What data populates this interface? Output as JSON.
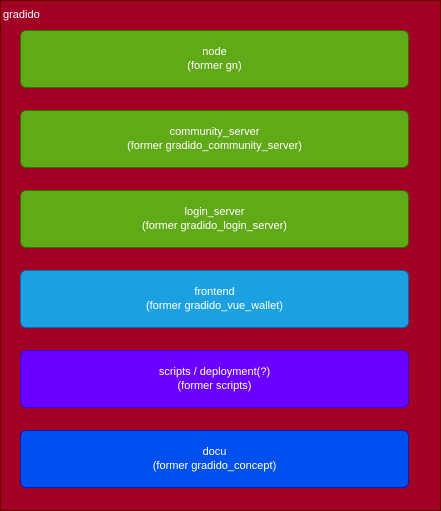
{
  "container": {
    "label": "gradido",
    "fill": "#a20025",
    "stroke": "#6f0000"
  },
  "boxes": [
    {
      "title": "node",
      "subtitle": "(former gn)",
      "fill": "#60a917",
      "stroke": "#2d7600"
    },
    {
      "title": "community_server",
      "subtitle": "(former gradido_community_server)",
      "fill": "#60a917",
      "stroke": "#2d7600"
    },
    {
      "title": "login_server",
      "subtitle": "(former gradido_login_server)",
      "fill": "#60a917",
      "stroke": "#2d7600"
    },
    {
      "title": "frontend",
      "subtitle": "(former gradido_vue_wallet)",
      "fill": "#1ba1e2",
      "stroke": "#006eaf"
    },
    {
      "title": "scripts / deployment(?)",
      "subtitle": "(former scripts)",
      "fill": "#6a00ff",
      "stroke": "#3700cc"
    },
    {
      "title": "docu",
      "subtitle": "(former gradido_concept)",
      "fill": "#0050ef",
      "stroke": "#001dbc"
    }
  ]
}
